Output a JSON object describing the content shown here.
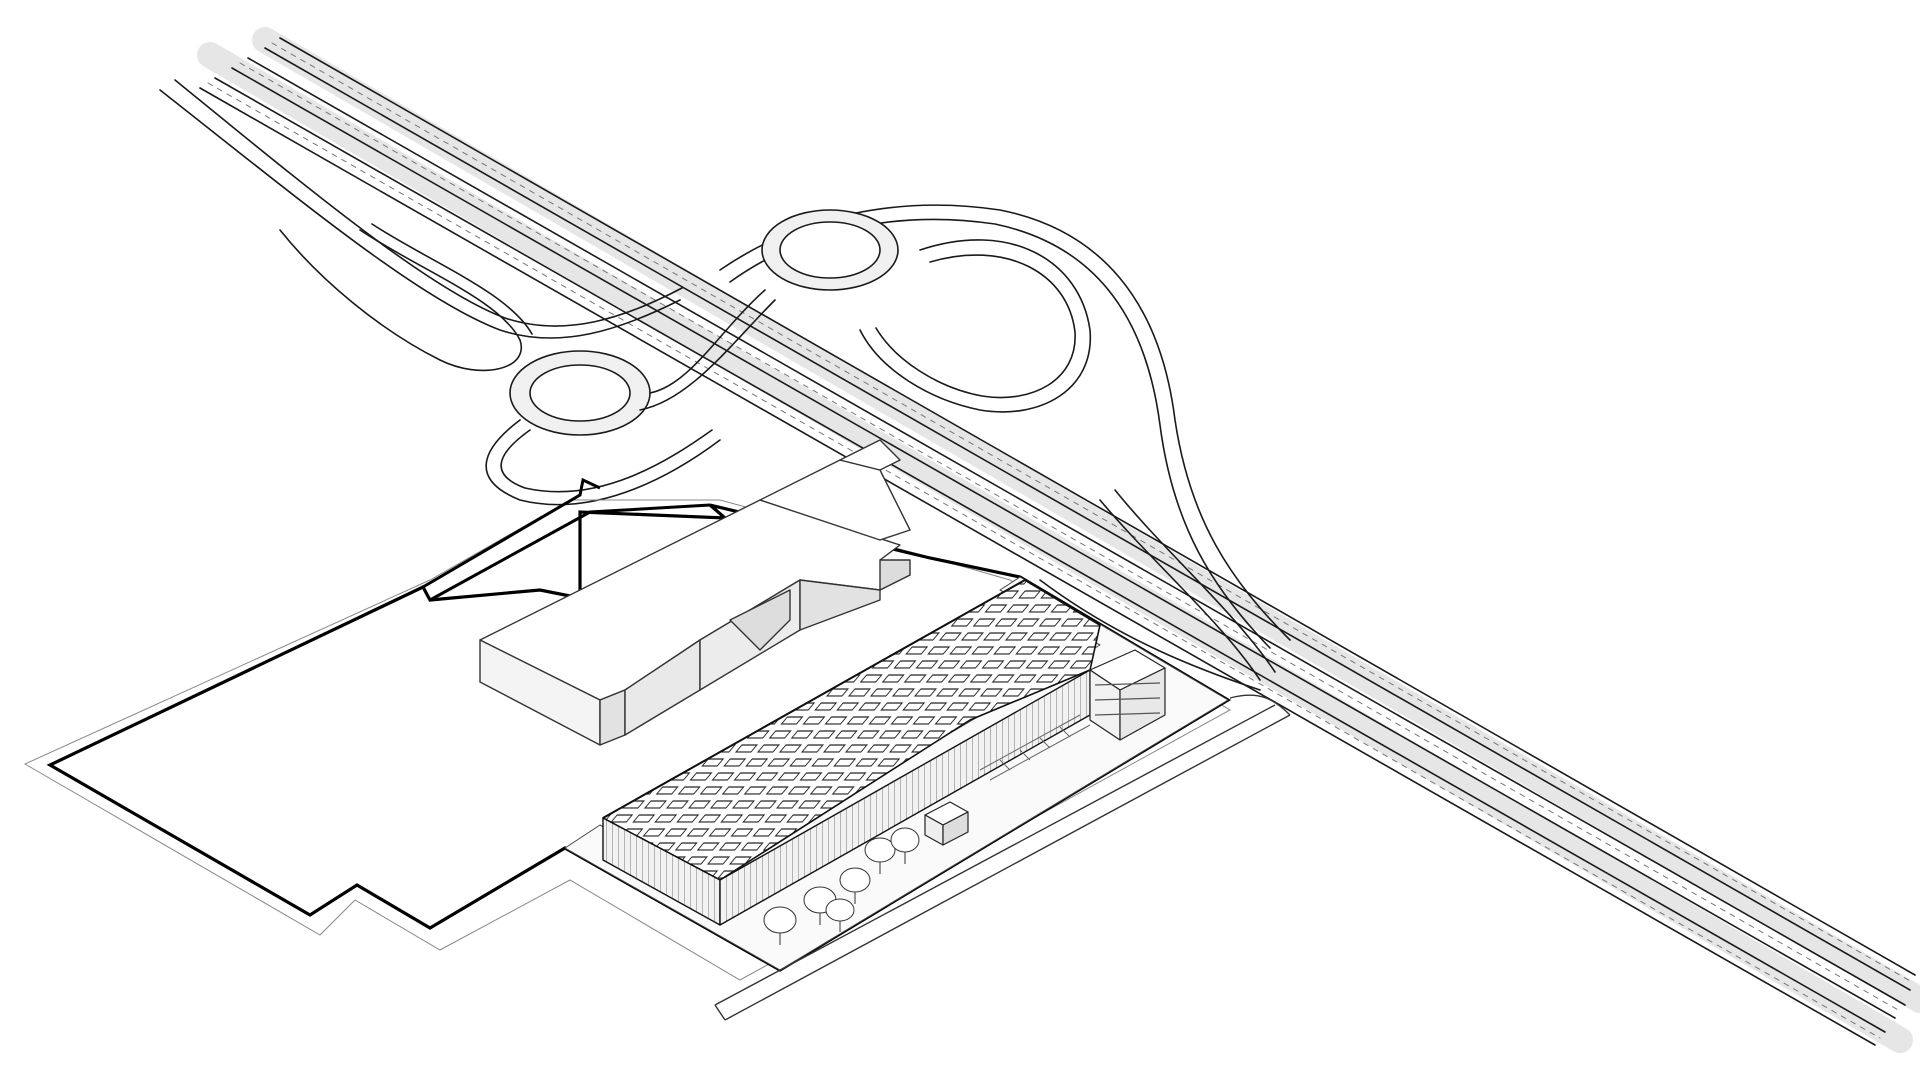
{
  "drawing": {
    "style": "isometric axonometric site diagram",
    "background_color": "#ffffff",
    "line_color": "#1a1a1a",
    "boundary_color": "#000000",
    "shade_color": "#d9d9d9",
    "components": [
      "motorway-interchange",
      "roundabout",
      "site-boundary",
      "existing-building",
      "proposed-building",
      "trees",
      "access-road"
    ],
    "roundabout_count": 2,
    "tree_count": 6
  }
}
